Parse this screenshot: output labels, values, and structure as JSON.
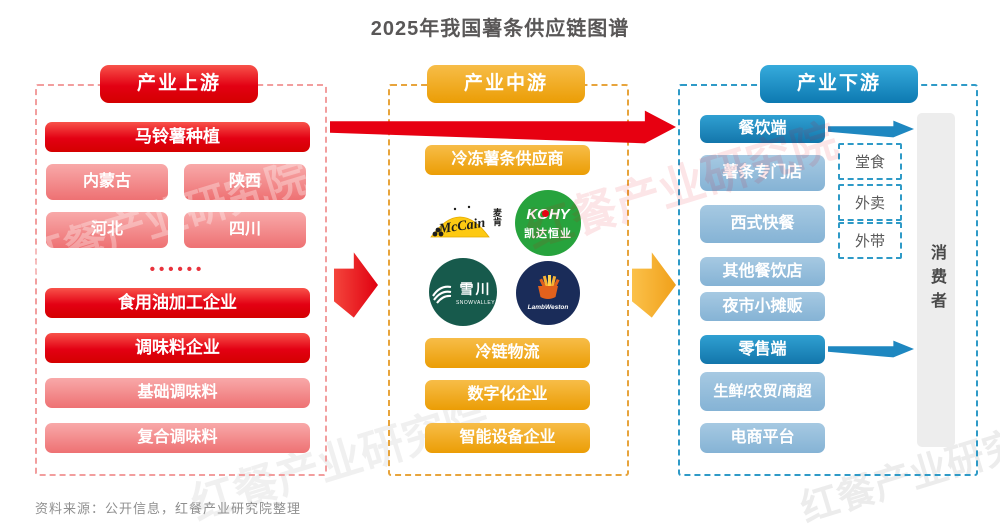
{
  "title": "2025年我国薯条供应链图谱",
  "source": "资料来源：公开信息，红餐产业研究院整理",
  "watermark": {
    "text": "红餐产业研究院"
  },
  "upstream": {
    "header": "产业上游",
    "potato_header": "马铃薯种植",
    "regions": [
      "内蒙古",
      "陕西",
      "河北",
      "四川"
    ],
    "ellipsis": "••••••",
    "oil": "食用油加工企业",
    "seasoning_header": "调味料企业",
    "seasonings": [
      "基础调味料",
      "复合调味料"
    ]
  },
  "midstream": {
    "header": "产业中游",
    "supplier_header": "冷冻薯条供应商",
    "logos": [
      {
        "id": "mccain",
        "name": "McCain",
        "cn": "麦肯",
        "bg": "#fdc912"
      },
      {
        "id": "kohy",
        "name": "KOHY",
        "cn": "凯达恒业",
        "bg": "#27a33d"
      },
      {
        "id": "xuechuan",
        "name": "雪川",
        "en": "SNOWVALLEY",
        "bg": "#175a4c"
      },
      {
        "id": "lambweston",
        "name": "LambWeston",
        "bg": "#1a2c59"
      }
    ],
    "items": [
      "冷链物流",
      "数字化企业",
      "智能设备企业"
    ]
  },
  "downstream": {
    "header": "产业下游",
    "catering_header": "餐饮端",
    "catering": [
      "薯条专门店",
      "西式快餐",
      "其他餐饮店",
      "夜市小摊贩"
    ],
    "retail_header": "零售端",
    "retail": [
      "生鲜/农贸/商超",
      "电商平台"
    ],
    "channels": [
      "堂食",
      "外卖",
      "外带"
    ],
    "consumer": "消费者"
  },
  "colors": {
    "red": "#e60012",
    "pink": "#ee7173",
    "gold": "#eda10a",
    "blue": "#1180b5",
    "light_blue": "#93bcdc",
    "consumer_gray": "#ededed",
    "title_gray": "#595757"
  }
}
